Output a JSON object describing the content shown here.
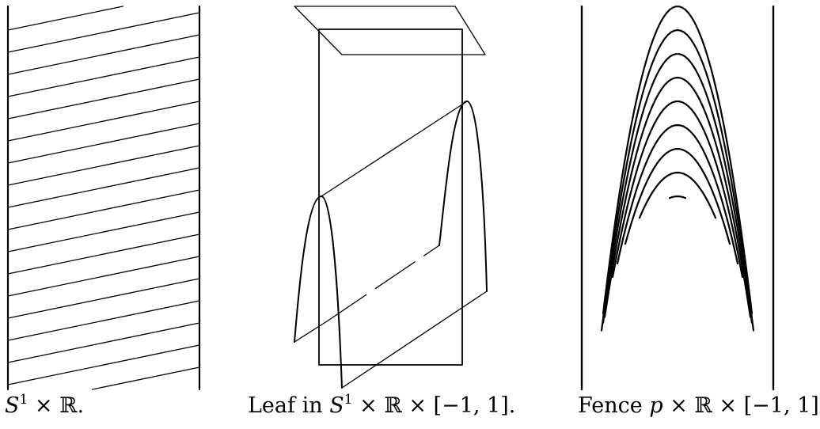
{
  "panels": [
    {
      "id": "cylinder",
      "caption": {
        "prefix": "",
        "base": "S",
        "sup": "1",
        "rest": " × ℝ."
      }
    },
    {
      "id": "leaf",
      "caption": {
        "prefix": "Leaf in ",
        "base": "S",
        "sup": "1",
        "rest": " × ℝ × [−1, 1]."
      }
    },
    {
      "id": "fence",
      "caption": {
        "prefix": "Fence ",
        "base": "p",
        "sup": "",
        "rest": " × ℝ × [−1, 1]."
      }
    }
  ],
  "colors": {
    "stroke": "#000000",
    "background": "#ffffff"
  }
}
